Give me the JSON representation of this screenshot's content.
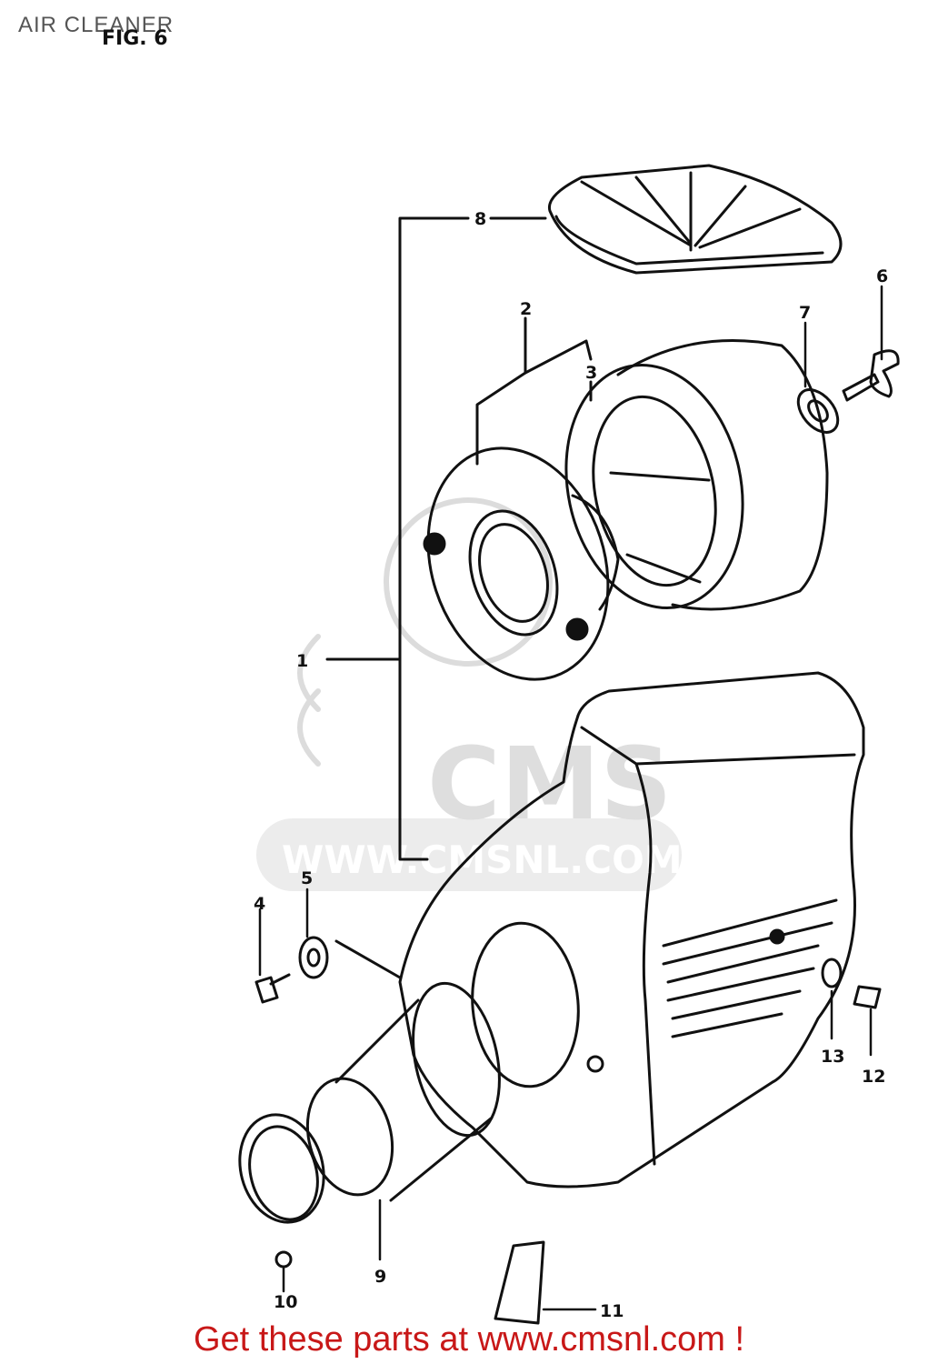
{
  "page": {
    "title": "AIR CLEANER",
    "figure_label": "FIG. 6",
    "footer": "Get these parts at www.cmsnl.com !"
  },
  "watermark": {
    "brand": "CMS",
    "url": "WWW.CMSNL.COM"
  },
  "callouts": {
    "c1": "1",
    "c2": "2",
    "c3": "3",
    "c4": "4",
    "c5": "5",
    "c6": "6",
    "c7": "7",
    "c8": "8",
    "c9": "9",
    "c10": "10",
    "c11": "11",
    "c12": "12",
    "c13": "13"
  },
  "colors": {
    "line": "#111111",
    "footer": "#c81818",
    "watermark": "#dcdcdc"
  }
}
